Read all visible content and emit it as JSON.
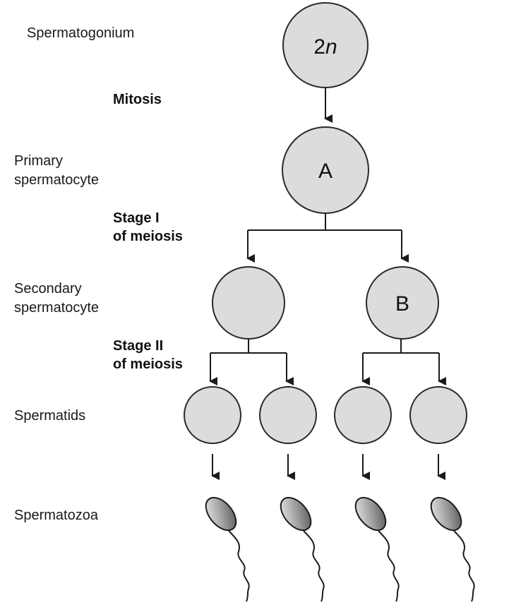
{
  "labels": {
    "spermatogonium": "Spermatogonium",
    "primary": [
      "Primary",
      "spermatocyte"
    ],
    "secondary": [
      "Secondary",
      "spermatocyte"
    ],
    "spermatids": "Spermatids",
    "spermatozoa": "Spermatozoa"
  },
  "stages": {
    "mitosis": "Mitosis",
    "meiosis1": [
      "Stage I",
      "of meiosis"
    ],
    "meiosis2": [
      "Stage II",
      "of meiosis"
    ]
  },
  "cells": {
    "spermatogonium_base": "2",
    "spermatogonium_italic": "n",
    "primary": "A",
    "secondary_right": "B"
  },
  "colors": {
    "cell_fill": "#dcdcdc",
    "stroke": "#1a1a1a"
  }
}
